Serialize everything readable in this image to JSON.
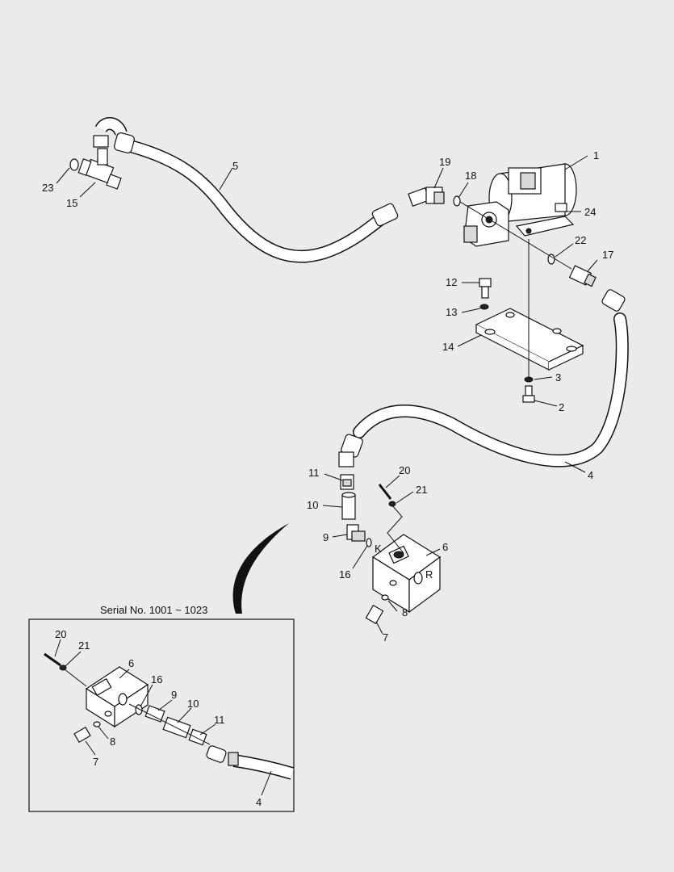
{
  "inset": {
    "title": "Serial No. 1001 ~ 1023",
    "callouts": [
      "20",
      "21",
      "6",
      "16",
      "9",
      "10",
      "11",
      "8",
      "7",
      "4"
    ]
  },
  "callouts": [
    "1",
    "2",
    "3",
    "4",
    "5",
    "6",
    "7",
    "8",
    "9",
    "10",
    "11",
    "12",
    "13",
    "14",
    "15",
    "16",
    "17",
    "18",
    "19",
    "20",
    "21",
    "22",
    "23",
    "24"
  ],
  "port_labels": {
    "k": "K",
    "r": "R"
  }
}
